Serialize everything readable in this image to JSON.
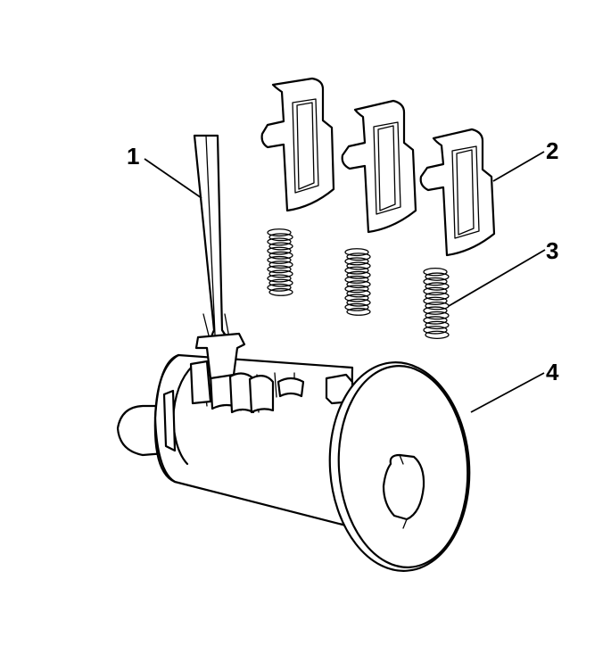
{
  "callouts": [
    {
      "id": "1",
      "label": "1",
      "part": "screwdriver"
    },
    {
      "id": "2",
      "label": "2",
      "part": "tumbler"
    },
    {
      "id": "3",
      "label": "3",
      "part": "spring"
    },
    {
      "id": "4",
      "label": "4",
      "part": "lock-cylinder"
    }
  ],
  "colors": {
    "line": "#000000",
    "background": "#ffffff"
  }
}
